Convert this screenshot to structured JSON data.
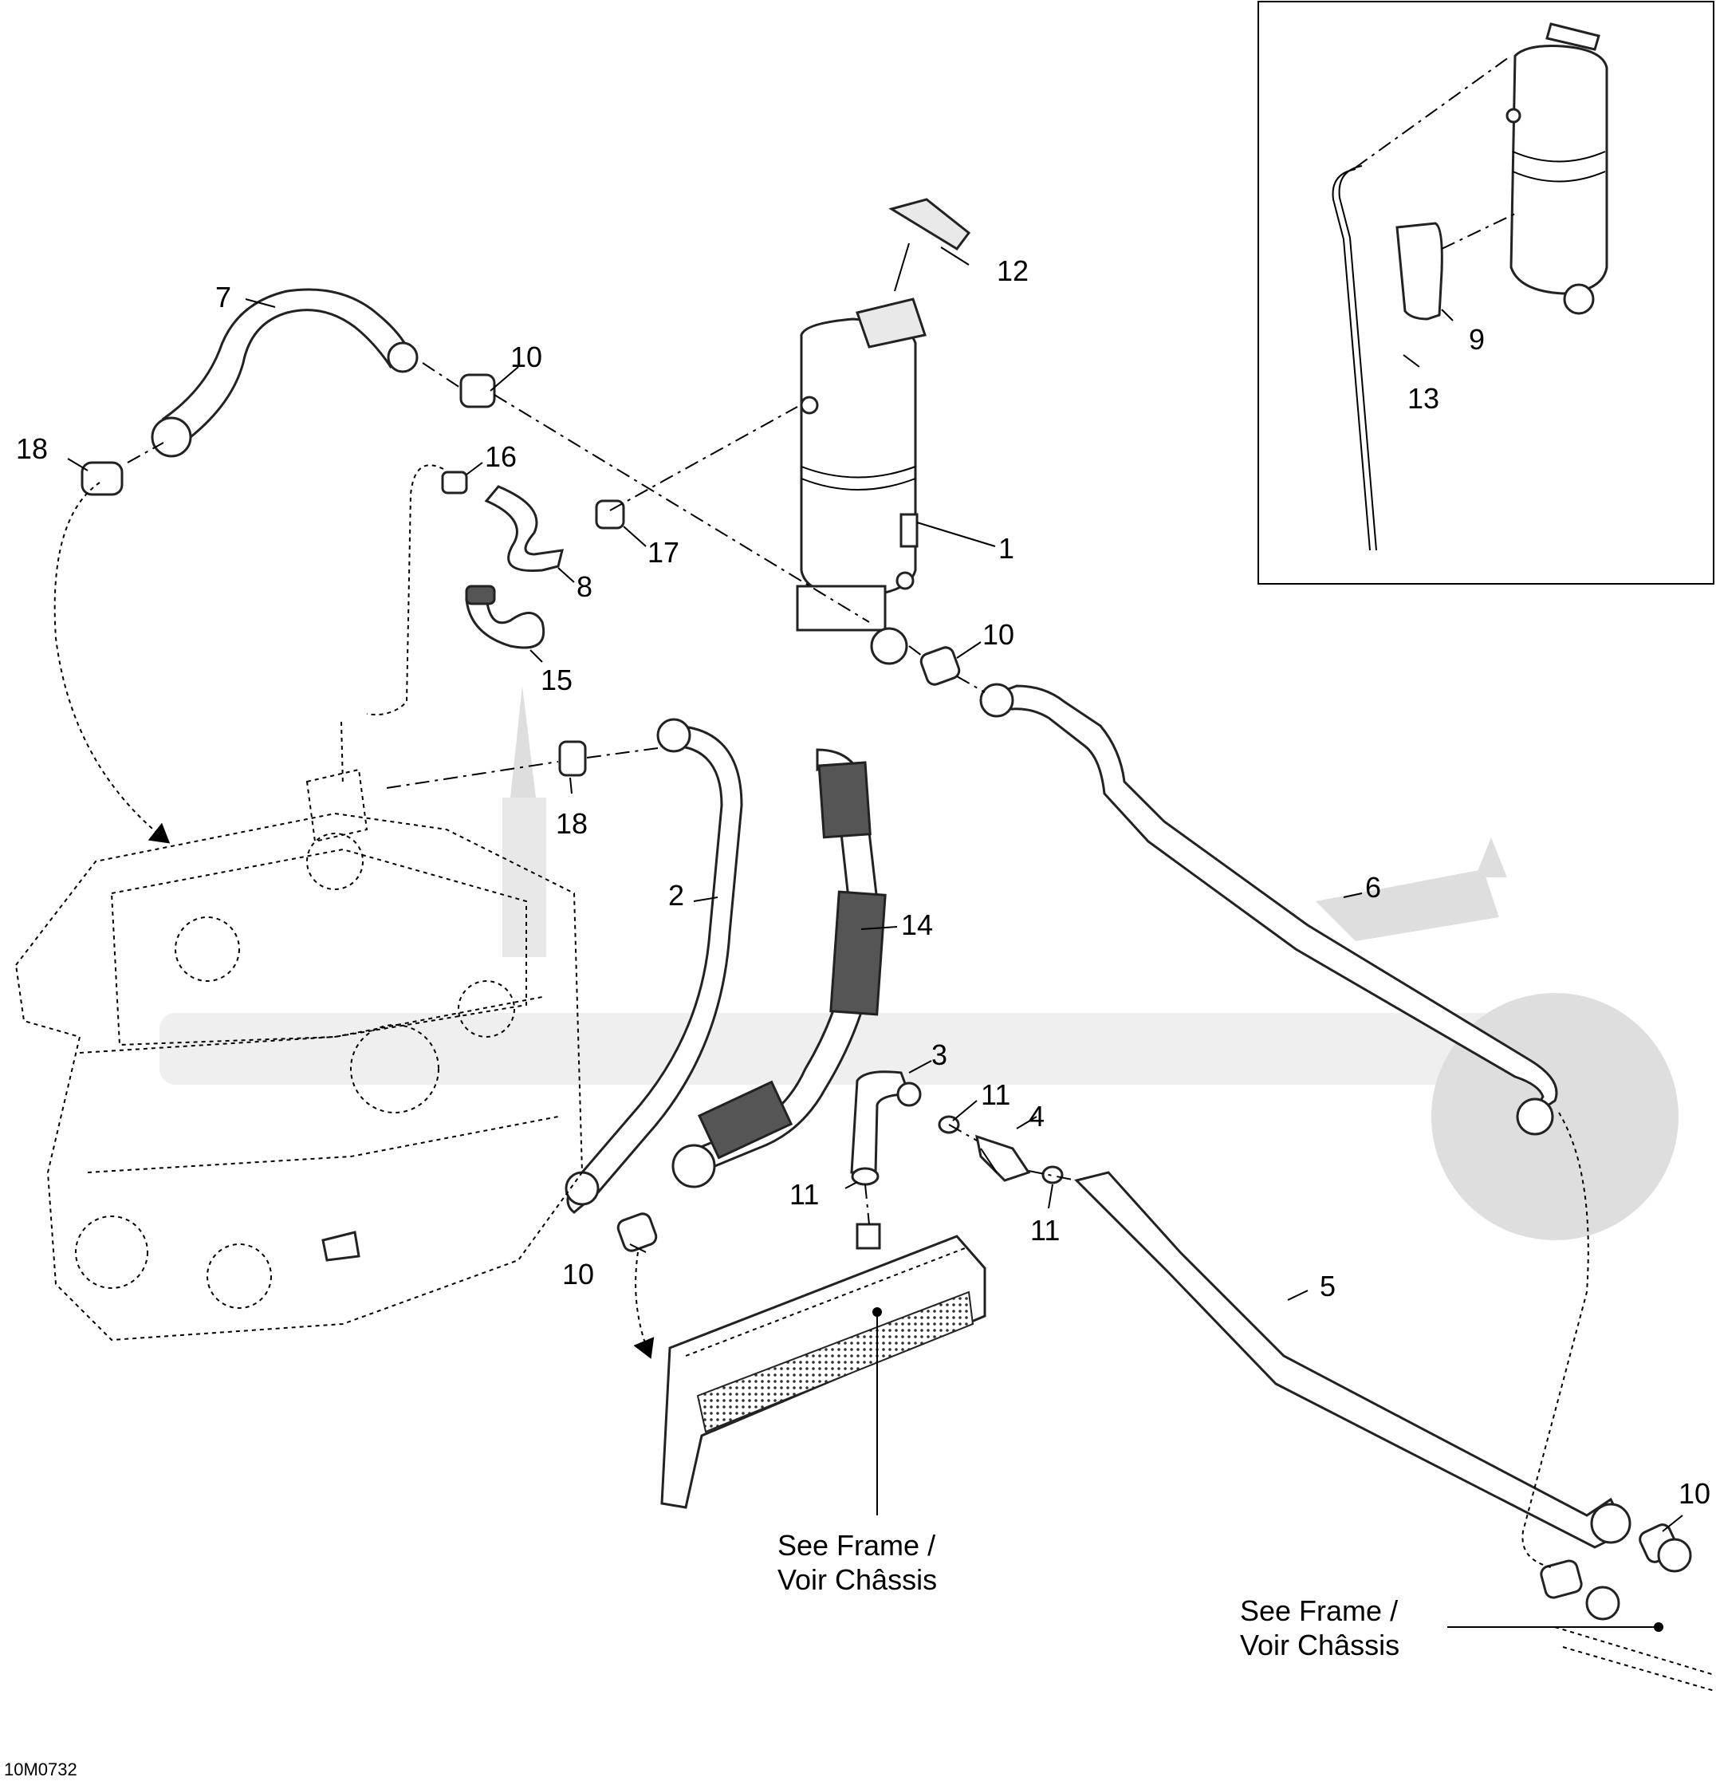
{
  "callouts": [
    {
      "id": "1",
      "text": "1"
    },
    {
      "id": "2",
      "text": "2"
    },
    {
      "id": "3",
      "text": "3"
    },
    {
      "id": "4",
      "text": "4"
    },
    {
      "id": "5",
      "text": "5"
    },
    {
      "id": "6",
      "text": "6"
    },
    {
      "id": "7",
      "text": "7"
    },
    {
      "id": "8",
      "text": "8"
    },
    {
      "id": "9",
      "text": "9"
    },
    {
      "id": "10a",
      "text": "10"
    },
    {
      "id": "10b",
      "text": "10"
    },
    {
      "id": "10c",
      "text": "10"
    },
    {
      "id": "10d",
      "text": "10"
    },
    {
      "id": "11a",
      "text": "11"
    },
    {
      "id": "11b",
      "text": "11"
    },
    {
      "id": "11c",
      "text": "11"
    },
    {
      "id": "12",
      "text": "12"
    },
    {
      "id": "13",
      "text": "13"
    },
    {
      "id": "14",
      "text": "14"
    },
    {
      "id": "15",
      "text": "15"
    },
    {
      "id": "16",
      "text": "16"
    },
    {
      "id": "17",
      "text": "17"
    },
    {
      "id": "18a",
      "text": "18"
    },
    {
      "id": "18b",
      "text": "18"
    }
  ],
  "notes": {
    "frame_note_1_line1": "See Frame /",
    "frame_note_1_line2": "Voir Châssis",
    "frame_note_2_line1": "See Frame /",
    "frame_note_2_line2": "Voir Châssis"
  },
  "diagram_code": "10M0732"
}
